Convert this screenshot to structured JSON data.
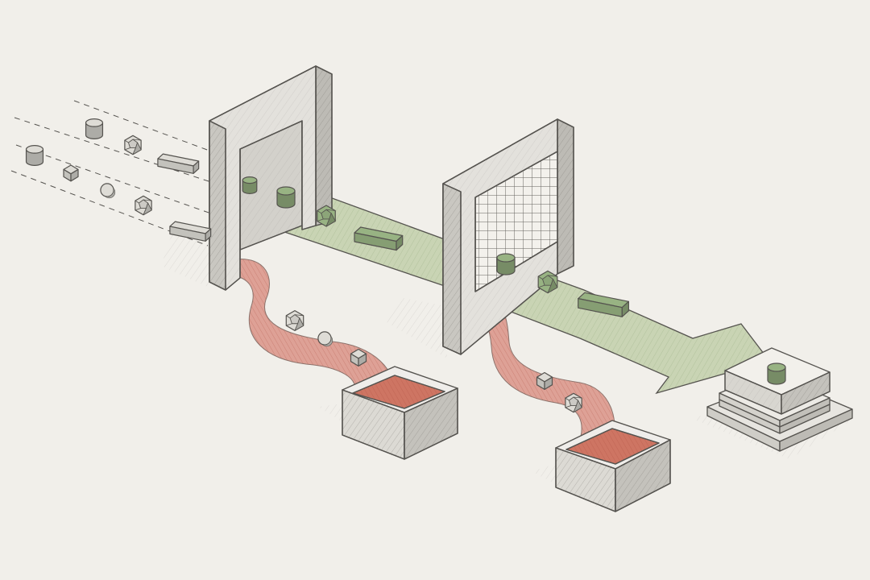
{
  "diagram": {
    "kind": "two-stage filtering pipeline",
    "style": "pencil sketch, isometric",
    "colors": {
      "paper": "#f1efea",
      "pass_flow": "#c9d4b4",
      "pass_object": "#98b383",
      "reject_flow": "#d8877a",
      "bin_interior": "#c9614c",
      "pencil": "#55534f",
      "frame_front": "#e3e1dc",
      "frame_side": "#bdbbb5"
    },
    "incoming_rows": [
      [
        "cylinder-icon",
        "polyhedron-icon",
        "bar-icon"
      ],
      [
        "cylinder-icon",
        "cube-icon",
        "sphere-icon",
        "polyhedron-icon",
        "bar-icon"
      ]
    ],
    "gates": [
      {
        "name": "gate-1",
        "style": "open-frame",
        "passed": [
          "cylinder-icon",
          "cylinder-icon",
          "polyhedron-icon",
          "bar-icon"
        ],
        "rejected": [
          "polyhedron-icon",
          "sphere-icon",
          "cube-icon"
        ]
      },
      {
        "name": "gate-2",
        "style": "grid-mesh",
        "passed": [
          "cylinder-icon",
          "polyhedron-icon",
          "bar-icon"
        ],
        "rejected": [
          "cube-icon",
          "polyhedron-icon"
        ]
      }
    ],
    "output": {
      "icon": "stacked-plates-icon",
      "item": "cylinder-icon"
    }
  }
}
